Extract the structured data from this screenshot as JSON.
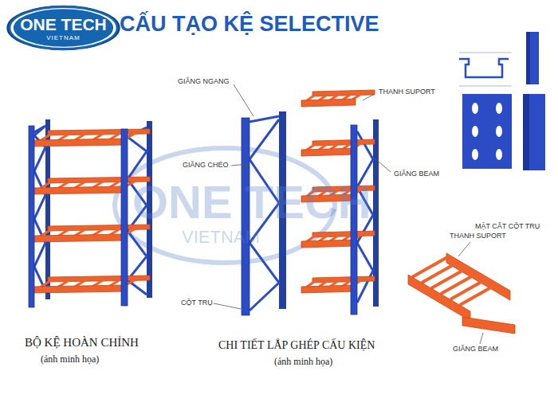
{
  "diagram": {
    "title": "CẤU TẠO KỆ SELECTIVE",
    "nodes": [
      {
        "text": [
          "ONE TECH",
          "VIETNAM"
        ]
      }
    ],
    "labels": [
      "GIẰNG NGANG",
      "GIẰNG CHÉO",
      "CỘT TRỤ",
      "THANH SUPORT",
      "GIẰNG BEAM",
      "MẶT CẮT CỘT TRỤ",
      "THANH SUPORT",
      "GIẰNG BEAM",
      "BỘ KỆ HOÀN CHỈNH",
      "(ảnh minh họa)",
      "CHI TIẾT LẮP GHÉP CẤU KIỆN",
      "(ảnh minh họa)",
      "ONE TECH",
      "VIETNAM"
    ]
  }
}
